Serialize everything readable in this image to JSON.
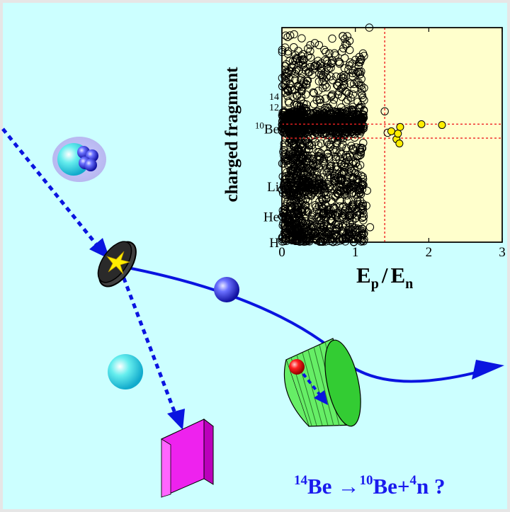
{
  "colors": {
    "background": "#ccffff",
    "plot_background": "#ffffcc",
    "beam_blue": "#0a14e0",
    "title_blue": "#1a1aee",
    "highlight_yellow": "#ffee00",
    "target_black": "#202020",
    "detector_green": "#66ee66",
    "wall_magenta": "#ee22ee",
    "neutron_red": "#ee1111",
    "cyan_ball": "#33dddd"
  },
  "icons": [
    "nucleus-cluster-icon",
    "target-disk-icon",
    "neutron-detector-icon",
    "neutron-wall-icon"
  ],
  "reaction": {
    "mass1": "14",
    "elem1": "Be",
    "arrow": "→",
    "mass2": "10",
    "elem2": "Be+",
    "mass3": "4",
    "elem3": "n ?"
  },
  "chart_data": {
    "type": "scatter",
    "xlabel_main": "E",
    "xlabel_sub1": "p",
    "xlabel_slash": "/",
    "xlabel_sub2": "n",
    "ylabel": "charged fragment",
    "xlim": [
      0,
      3
    ],
    "x_ticks": [
      "0",
      "1",
      "2",
      "3"
    ],
    "y_ticks": [
      {
        "label": "H",
        "pos": 0.0
      },
      {
        "label": "He",
        "pos": 0.12
      },
      {
        "label": "Li",
        "pos": 0.26
      },
      {
        "label": "Be",
        "pre": "10",
        "pos": 0.53
      },
      {
        "label": "12",
        "pos": 0.63
      },
      {
        "label": "14",
        "pos": 0.68
      }
    ],
    "ylim": [
      0,
      1
    ],
    "cut_lines": {
      "x": 1.4,
      "y_low": 0.485,
      "y_high": 0.55
    },
    "highlighted_points": [
      {
        "x": 1.49,
        "y": 0.517
      },
      {
        "x": 1.56,
        "y": 0.48
      },
      {
        "x": 1.58,
        "y": 0.506
      },
      {
        "x": 1.6,
        "y": 0.46
      },
      {
        "x": 1.61,
        "y": 0.537
      },
      {
        "x": 1.9,
        "y": 0.55
      },
      {
        "x": 2.18,
        "y": 0.546
      }
    ],
    "outlier_points": [
      {
        "x": 1.4,
        "y": 0.61
      },
      {
        "x": 1.44,
        "y": 0.51
      },
      {
        "x": 1.19,
        "y": 1.0
      },
      {
        "x": 0.83,
        "y": 0.96
      },
      {
        "x": 0.89,
        "y": 0.96
      },
      {
        "x": 1.16,
        "y": 0.24
      },
      {
        "x": 1.15,
        "y": 0.17
      },
      {
        "x": 1.2,
        "y": 0.07
      }
    ]
  }
}
